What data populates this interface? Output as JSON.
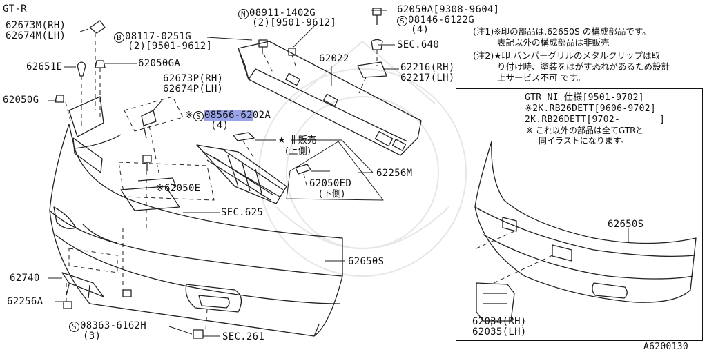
{
  "header": {
    "model": "GT-R"
  },
  "figure_id": "A6200130",
  "parts": {
    "p62673m": "62673M(RH)",
    "p62674m": "62674M(LH)",
    "p08117": "08117-0251G",
    "p08117_qty": "(2)[9501-9612]",
    "p08911": "08911-1402G",
    "p08911_qty": "(2)[9501-9612]",
    "p62050a": "62050A[9308-9604]",
    "p08146": "08146-6122G",
    "p08146_qty": "(4)",
    "sec640": "SEC.640",
    "p62651e": "62651E",
    "p62050ga": "62050GA",
    "p62022": "62022",
    "p62216": "62216(RH)",
    "p62217": "62217(LH)",
    "p62050g": "62050G",
    "p62673p": "62673P(RH)",
    "p62674p": "62674P(LH)",
    "p08566_hl": "08566-62",
    "p08566_rest": "02A",
    "p08566_qty": "(4)",
    "not_for_sale": "非販売",
    "upper": "(上側)",
    "p62256m": "62256M",
    "p62050ed": "62050ED",
    "lower": "(下側)",
    "p62050e": "62050E",
    "sec625": "SEC.625",
    "p62650s": "62650S",
    "p62740": "62740",
    "p62256a": "62256A",
    "p08363": "08363-6162H",
    "p08363_qty": "(3)",
    "sec261": "SEC.261"
  },
  "symbols": {
    "s": "S",
    "b": "B",
    "n": "N",
    "kome": "※",
    "star": "★"
  },
  "notes": {
    "n1_line1": "(注1)※印の部品は,62650S の構成部品です。",
    "n1_line2": "表記以外の構成部品は非販売",
    "n2_line1": "(注2)★印 バンパーグリルのメタルクリップは取",
    "n2_line2": "り付け時、塗装をはがす恐れがあるため設計",
    "n2_line3": "上サービス不可 です。"
  },
  "inset": {
    "line1": "GTR NI 仕様[9501-9702]",
    "line2": "※2K.RB26DETT[9606-9702]",
    "line3": "2K.RB26DETT[9702-       ]",
    "line4": "※ これ以外の部品は全てGTRと",
    "line5": "同イラストになります。",
    "p62650s": "62650S",
    "p62034": "62034(RH)",
    "p62035": "62035(LH)"
  }
}
